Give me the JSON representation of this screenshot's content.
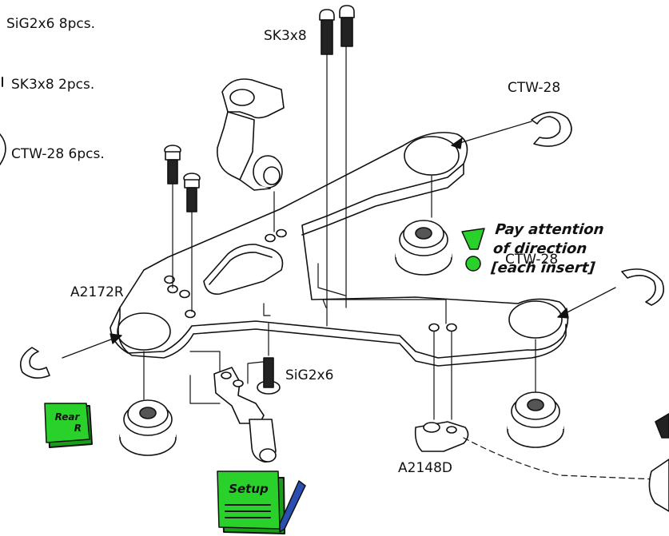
{
  "parts_list": {
    "item1": "SiG2x6 8pcs.",
    "item2": "SK3x8 2pcs.",
    "item3": "CTW-28 6pcs."
  },
  "callouts": {
    "sk3x8": "SK3x8",
    "ctw28_top": "CTW-28",
    "ctw28_right": "CTW-28",
    "a2172r": "A2172R",
    "sig2x6": "SiG2x6",
    "a2148d": "A2148D"
  },
  "attention_note": {
    "line1": "Pay attention",
    "line2": "of direction",
    "line3": "[each insert]"
  },
  "badges": {
    "rear_line1": "Rear",
    "rear_line2": "R",
    "setup": "Setup"
  },
  "colors": {
    "green": "#2bd12b",
    "green_dark": "#17a017",
    "line": "#111111",
    "pencil": "#2a4fb0"
  }
}
